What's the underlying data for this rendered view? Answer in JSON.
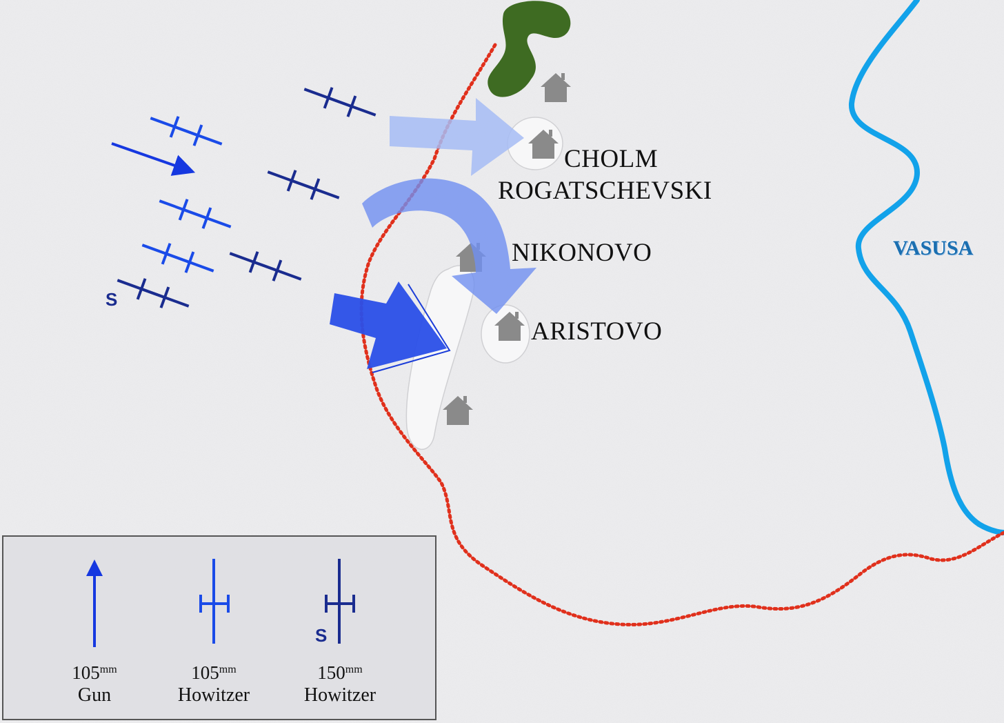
{
  "colors": {
    "gun": "#1638e0",
    "howitzer_105": "#1a4be8",
    "howitzer_150": "#1a2c8f",
    "front_line": "#e0301c",
    "river": "#12a2ea",
    "forest": "#3e6b22",
    "village": "#8a8a8a",
    "arrow_strong": "#2a4fe8",
    "arrow_medium": "#6f8ff0",
    "arrow_light": "#a6bcf5"
  },
  "map": {
    "places": {
      "cholm": "CHOLM",
      "rogatschevski": "ROGATSCHEVSKI",
      "nikonovo": "NIKONOVO",
      "aristovo": "ARISTOVO"
    },
    "river_name": "VASUSA",
    "s_marker": "S",
    "icons": [
      "village-house-icon",
      "forest-icon",
      "artillery-symbol-icon",
      "attack-arrow-icon"
    ]
  },
  "legend": {
    "items": [
      {
        "caliber": "105",
        "unit": "mm",
        "type": "Gun",
        "icon": "gun-arrow-icon"
      },
      {
        "caliber": "105",
        "unit": "mm",
        "type": "Howitzer",
        "icon": "howitzer-105-icon"
      },
      {
        "caliber": "150",
        "unit": "mm",
        "type": "Howitzer",
        "icon": "howitzer-150-icon",
        "marker": "S"
      }
    ]
  }
}
